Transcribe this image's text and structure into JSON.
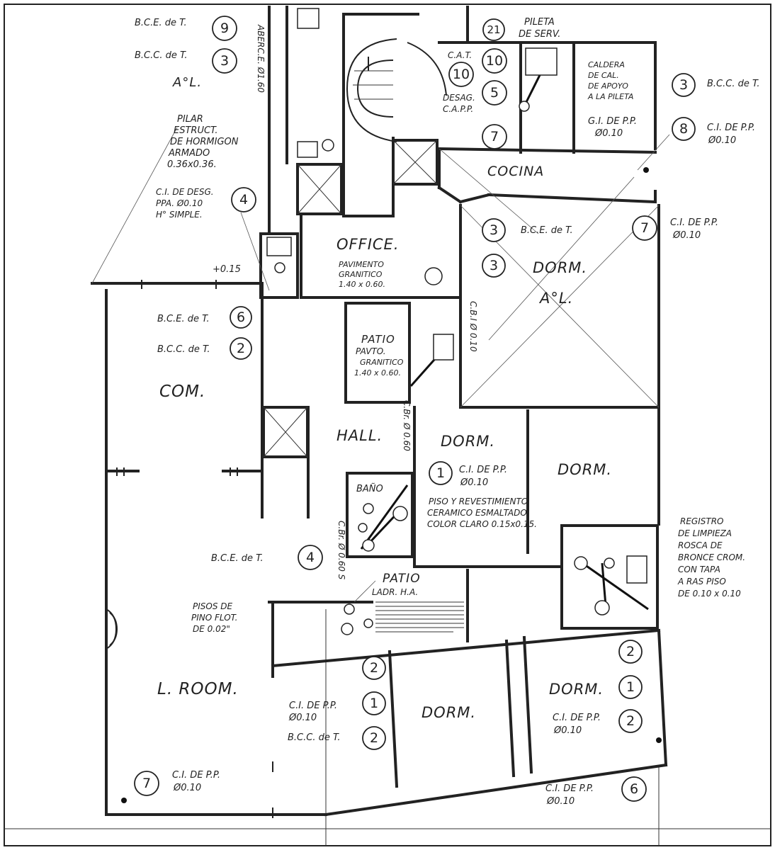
{
  "rooms": {
    "office": "OFFICE.",
    "cocina": "COCINA",
    "dorm_top": "DORM.",
    "al_top_right": "A°L.",
    "al_top_left": "A°L.",
    "com": "COM.",
    "hall": "HALL.",
    "dorm_mid": "DORM.",
    "dorm_mid_right": "DORM.",
    "bano": "BAÑO",
    "patio_top": "PATIO",
    "patio_bottom": "PATIO",
    "lroom": "L. ROOM.",
    "dorm_bottom": "DORM.",
    "dorm_bottom_right": "DORM."
  },
  "notes": {
    "pileta_1": "PILETA",
    "pileta_2": "DE SERV.",
    "caldera_1": "CALDERA",
    "caldera_2": "DE CAL.",
    "caldera_3": "DE APOYO",
    "caldera_4": "A LA PILETA",
    "gi_1": "G.I. DE P.P.",
    "gi_2": "Ø0.10",
    "cat": "C.A.T.",
    "desag": "DESAG.",
    "capp": "C.A.P.P.",
    "pilar_1": "PILAR",
    "pilar_2": "ESTRUCT.",
    "pilar_3": "DE HORMIGON",
    "pilar_4": "ARMADO",
    "pilar_5": "0.36x0.36.",
    "cides_1": "C.I. DE DESG.",
    "cides_2": "PPA. Ø0.10",
    "cides_3": "H° SIMPLE.",
    "level": "+0.15",
    "pav_1": "PAVIMENTO",
    "pav_2": "GRANITICO",
    "pav_3": "1.40 x 0.60.",
    "patio_pav_1": "PAVTO.",
    "patio_pav_2": "GRANITICO",
    "patio_pav_3": "1.40 x 0.60.",
    "piso_1": "PISO Y REVESTIMIENTO",
    "piso_2": "CERAMICO ESMALTADO",
    "piso_3": "COLOR CLARO 0.15x0.15.",
    "ladr": "LADR. H.A.",
    "pino_1": "PISOS DE",
    "pino_2": "PINO FLOT.",
    "pino_3": "DE 0.02\"",
    "reg_1": "REGISTRO",
    "reg_2": "DE LIMPIEZA",
    "reg_3": "ROSCA DE",
    "reg_4": "BRONCE CROM.",
    "reg_5": "CON TAPA",
    "reg_6": "A RAS PISO",
    "reg_7": "DE 0.10 x 0.10"
  },
  "vertical_labels": {
    "v1": "ABERC.E. Ø1.60",
    "v2": "C.B.I Ø 0.10",
    "v3": "C.Br. Ø 0.60",
    "v4": "C.Br. Ø 0.60 S"
  },
  "legends": [
    {
      "id": "bce9",
      "text": "B.C.E. de T.",
      "num": "9"
    },
    {
      "id": "bcc3a",
      "text": "B.C.C. de T.",
      "num": "3"
    },
    {
      "id": "bcc3b",
      "text": "B.C.C. de T.",
      "num": "3"
    },
    {
      "id": "cipp8a",
      "text": "C.I. DE P.P.",
      "text2": "Ø0.10",
      "num": "8"
    },
    {
      "id": "cipp7a",
      "text": "C.I. DE P.P.",
      "text2": "Ø0.10",
      "num": "7"
    },
    {
      "id": "bce3",
      "text": "B.C.E. de T.",
      "num": "3"
    },
    {
      "id": "bce6",
      "text": "B.C.E. de T.",
      "num": "6"
    },
    {
      "id": "bcc2a",
      "text": "B.C.C. de T.",
      "num": "2"
    },
    {
      "id": "cipp1a",
      "text": "C.I. DE P.P.",
      "text2": "Ø0.10",
      "num": "1"
    },
    {
      "id": "bce4",
      "text": "B.C.E. de T.",
      "num": "4"
    },
    {
      "id": "cipp1b",
      "text": "C.I. DE P.P.",
      "text2": "Ø0.10",
      "num": "1"
    },
    {
      "id": "bcc2b",
      "text": "B.C.C. de T.",
      "num": "2"
    },
    {
      "id": "cipp2",
      "text": "C.I. DE P.P.",
      "text2": "Ø0.10",
      "num": "2"
    },
    {
      "id": "cipp7b",
      "text": "C.I. DE P.P.",
      "text2": "Ø0.10",
      "num": "7"
    },
    {
      "id": "cipp6",
      "text": "C.I. DE P.P.",
      "text2": "Ø0.10",
      "num": "6"
    }
  ],
  "markers": {
    "m21": "21",
    "m10a": "10",
    "m10b": "10",
    "m5": "5",
    "m7a": "7",
    "m4a": "4",
    "m3c": "3",
    "m2a": "2",
    "m2b": "2",
    "m1c": "1",
    "m2c": "2"
  }
}
